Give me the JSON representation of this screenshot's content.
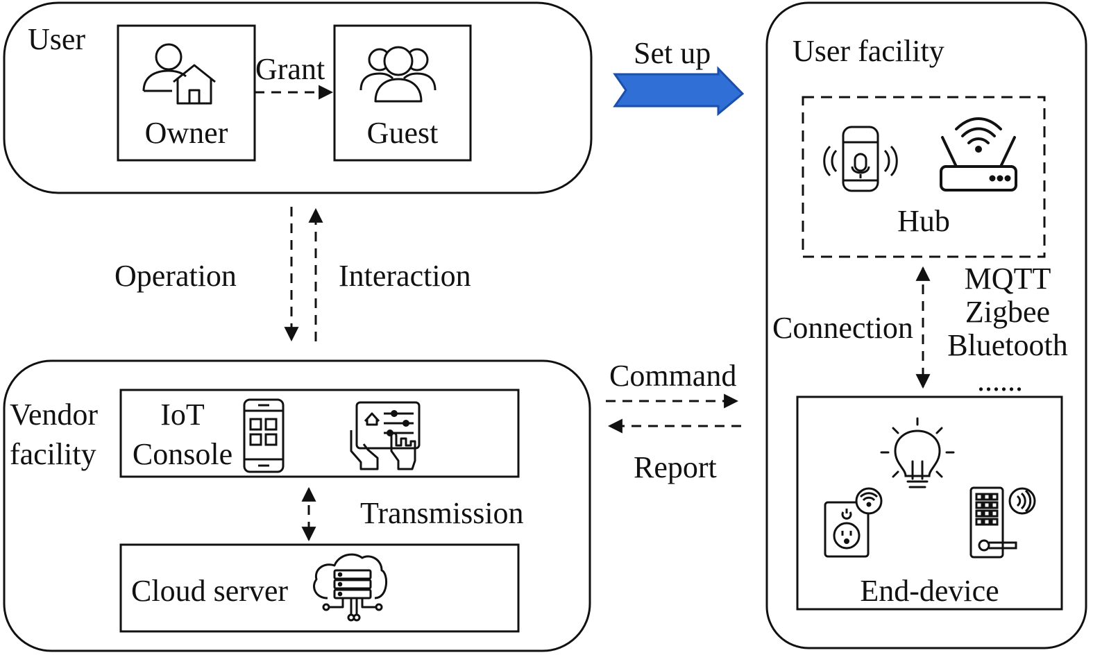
{
  "user_group": {
    "title": "User",
    "owner_label": "Owner",
    "guest_label": "Guest",
    "grant_label": "Grant"
  },
  "setup_label": "Set up",
  "user_facility": {
    "title": "User facility",
    "hub_label": "Hub",
    "connection_label": "Connection",
    "protocols": [
      "MQTT",
      "Zigbee",
      "Bluetooth"
    ],
    "ellipsis": "......",
    "end_device_label": "End-device"
  },
  "operation_label": "Operation",
  "interaction_label": "Interaction",
  "command_label": "Command",
  "report_label": "Report",
  "vendor_facility": {
    "title_line1": "Vendor",
    "title_line2": "facility",
    "console_line1": "IoT",
    "console_line2": "Console",
    "transmission_label": "Transmission",
    "cloud_label": "Cloud server"
  },
  "colors": {
    "stroke": "#111111",
    "setup_arrow_fill": "#2f6fd6",
    "setup_arrow_stroke": "#1b4fae"
  }
}
